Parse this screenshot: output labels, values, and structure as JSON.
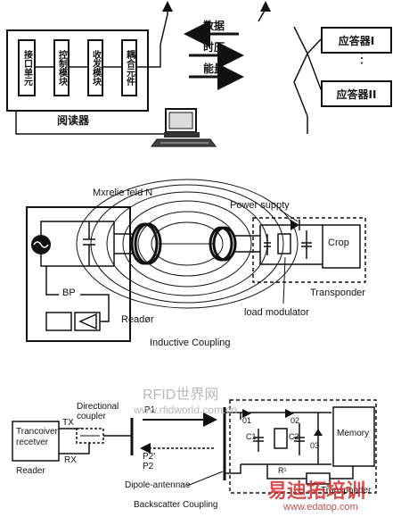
{
  "panel1": {
    "modules": [
      "接口单元",
      "控制模块",
      "收发模块",
      "耦合元件"
    ],
    "reader_label": "阅读器",
    "arrows": [
      "数据",
      "时压",
      "能量"
    ],
    "responders": [
      "应答器I",
      "应答器II"
    ],
    "ellipsis": "⋮"
  },
  "panel2": {
    "field_label": "Mxrelie feld N",
    "power_label": "Power suppty",
    "chip_label": "Crop",
    "transponder_label": "Transponder",
    "bp_label": "BP",
    "reader_label": "Readør",
    "modulator_label": "load modulator",
    "caption": "Inductive Coupling"
  },
  "panel3": {
    "transceiver_label": "Trancoiver recetver",
    "tx_label": "TX",
    "rx_label": "RX",
    "reader_label": "Reader",
    "coupler_label": "Directional coupler",
    "p1_label": "P1",
    "p2_label": "P2' P2",
    "d1_label": "01",
    "c1_label": "C1",
    "d2_label": "02",
    "c2_label": "C2",
    "d3_label": "03",
    "r_label": "R¹",
    "memory_label": "Memory",
    "transponder_label": "Transponder",
    "antenna_label": "Dipole-antennae",
    "caption": "Backscatter Coupling"
  },
  "watermarks": {
    "title": "RFID世界网",
    "url": "www.rfidworld.com.cn",
    "logo": "易迪拓培训",
    "logo_url": "www.edatop.com"
  }
}
